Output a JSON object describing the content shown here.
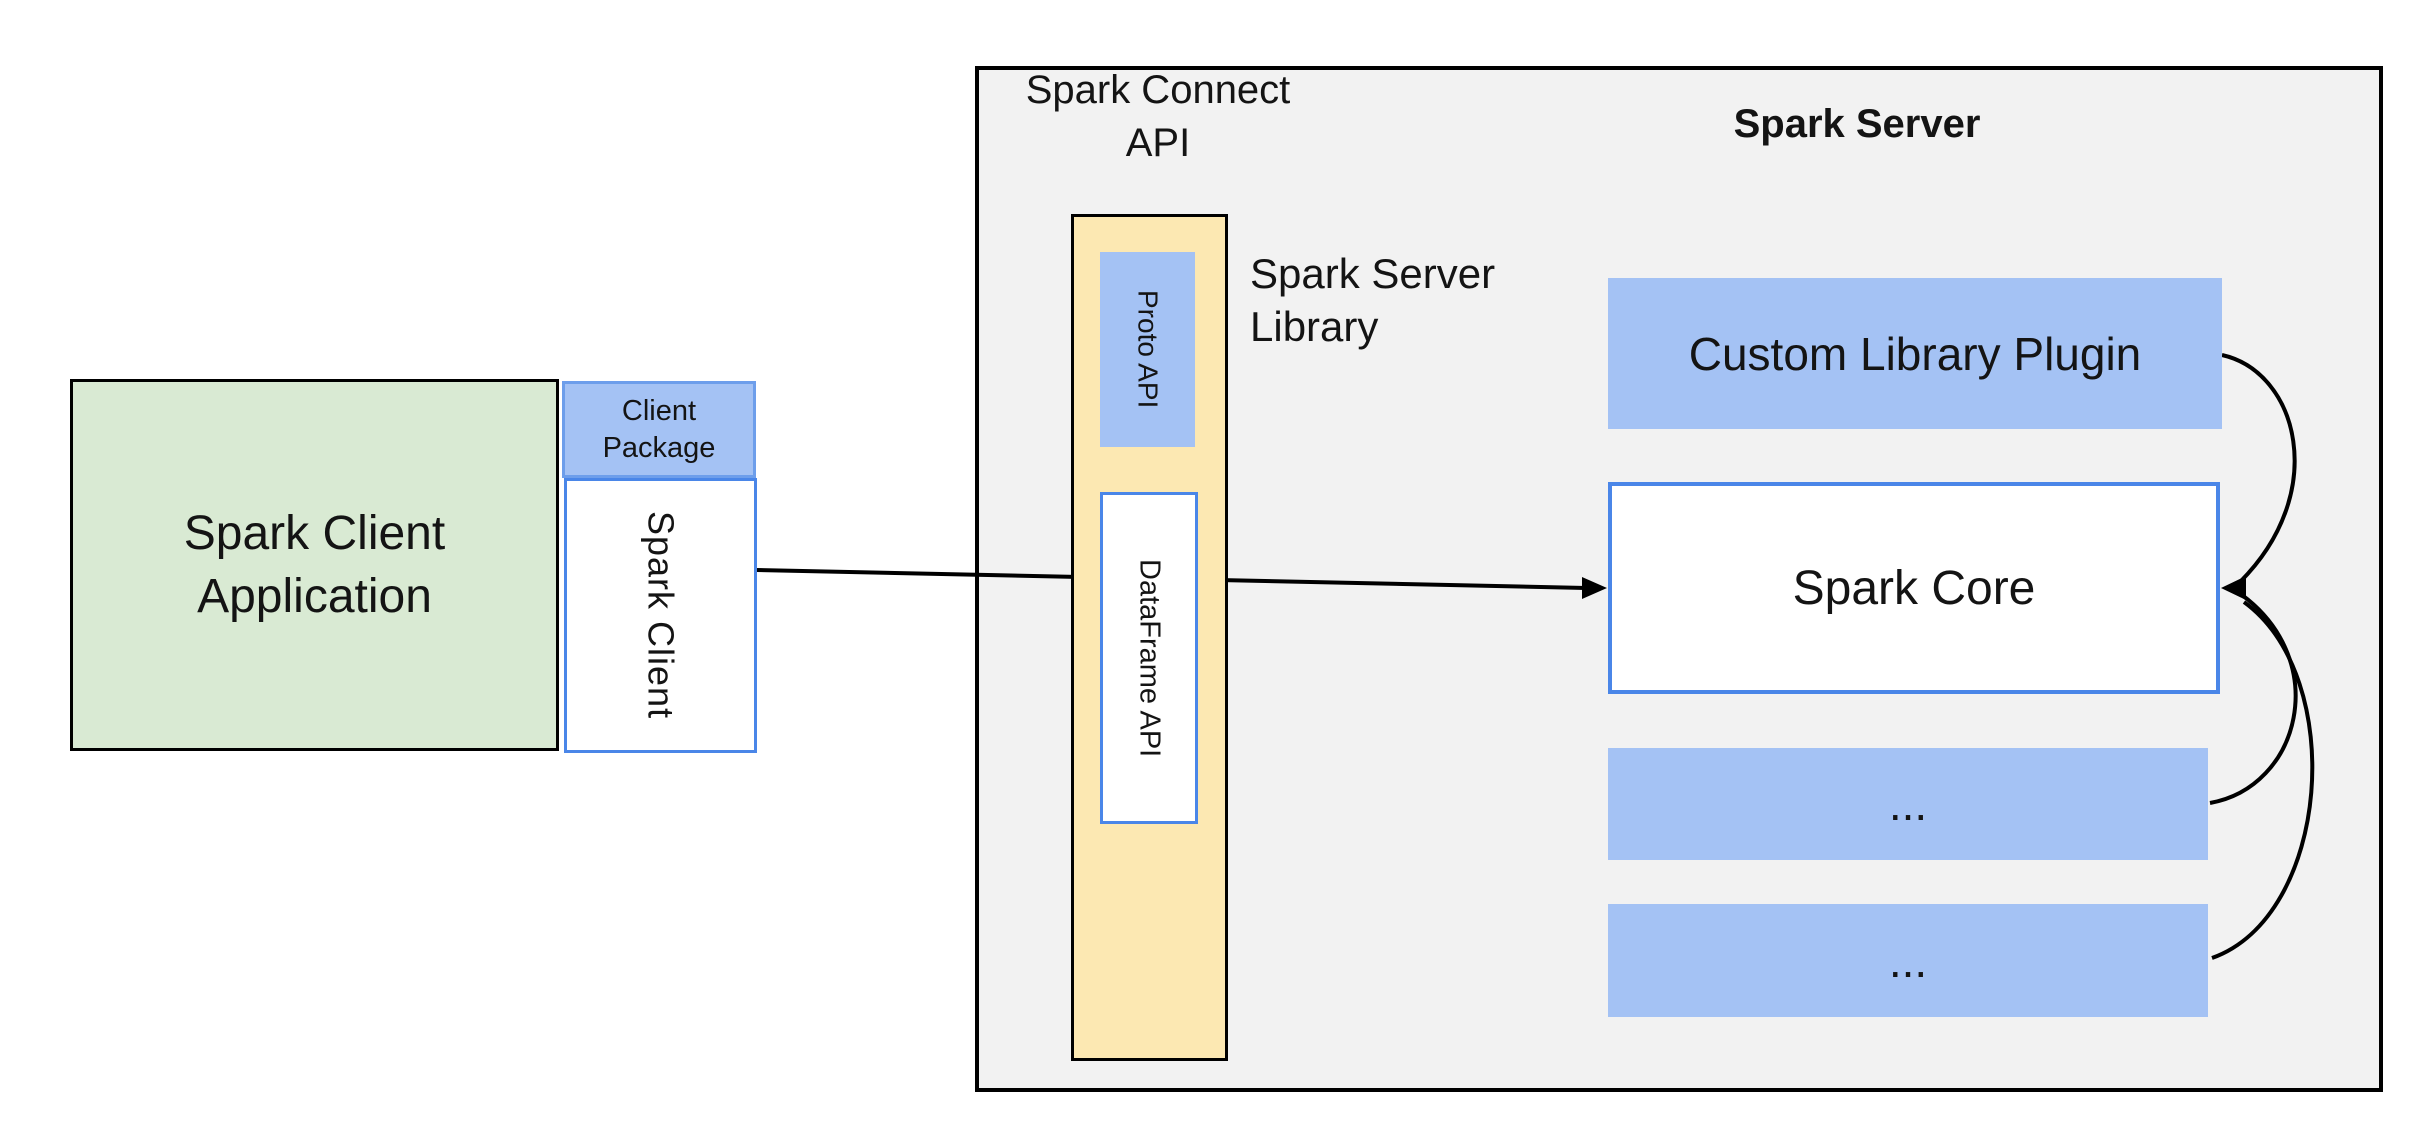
{
  "colors": {
    "blue_fill": "#a4c2f4",
    "blue_border": "#4a86e8",
    "green_fill": "#d9ead3",
    "yellow_fill": "#fce8b2",
    "gray_fill": "#f2f2f2",
    "line_color": "#000000"
  },
  "client": {
    "application_label": "Spark Client\nApplication",
    "package_label": "Client\nPackage",
    "spark_client_label": "Spark Client"
  },
  "connect_api": {
    "title": "Spark Connect\nAPI",
    "proto_api_label": "Proto API",
    "dataframe_api_label": "DataFrame API",
    "server_library_label": "Spark Server\nLibrary"
  },
  "server": {
    "title": "Spark Server",
    "plugin_label": "Custom Library Plugin",
    "core_label": "Spark Core",
    "module1_label": "...",
    "module2_label": "..."
  }
}
